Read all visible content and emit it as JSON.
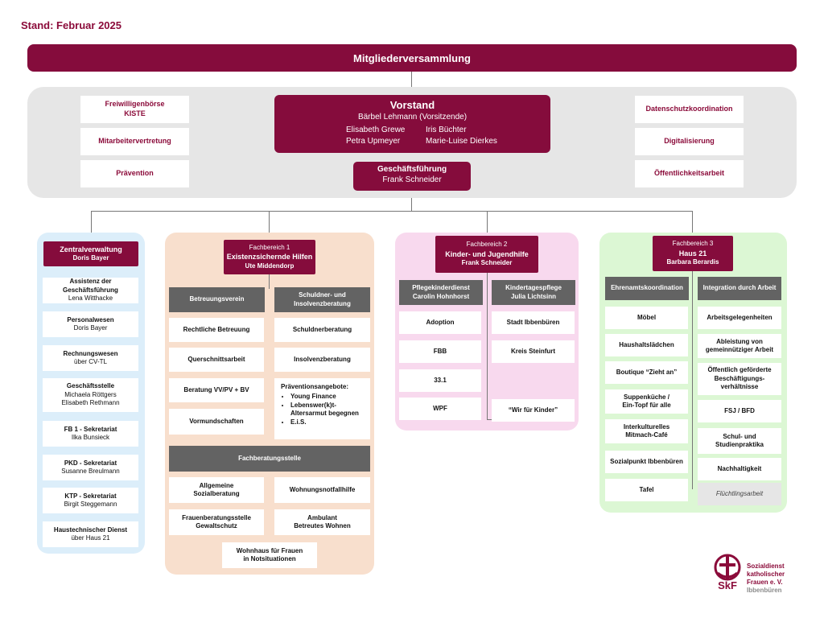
{
  "stand": "Stand: Februar 2025",
  "mitgliederversammlung": "Mitgliederversammlung",
  "vorstand": {
    "title": "Vorstand",
    "chair": "Bärbel Lehmann (Vorsitzende)",
    "members": [
      "Elisabeth Grewe",
      "Iris Büchter",
      "Petra Upmeyer",
      "Marie-Luise Dierkes"
    ]
  },
  "geschaeftsfuehrung": {
    "title": "Geschäftsführung",
    "name": "Frank Schneider"
  },
  "left_staff": [
    [
      "Freiwilligenbörse",
      "KISTE"
    ],
    [
      "Mitarbeitervertretung"
    ],
    [
      "Prävention"
    ]
  ],
  "right_staff": [
    "Datenschutzkoordination",
    "Digitalisierung",
    "Öffentlichkeitsarbeit"
  ],
  "zentralverwaltung": {
    "title": "Zentralverwaltung",
    "name": "Doris Bayer",
    "items": [
      {
        "title": "Assistenz der Geschäftsführung",
        "sub": [
          "Lena Witthacke"
        ]
      },
      {
        "title": "Personalwesen",
        "sub": [
          "Doris Bayer"
        ]
      },
      {
        "title": "Rechnungswesen",
        "sub": [
          "über CV-TL"
        ]
      },
      {
        "title": "Geschäftsstelle",
        "sub": [
          "Michaela Röttgers",
          "Elisabeth Rethmann"
        ]
      },
      {
        "title": "FB 1 - Sekretariat",
        "sub": [
          "Ilka Bunsieck"
        ]
      },
      {
        "title": "PKD - Sekretariat",
        "sub": [
          "Susanne Breulmann"
        ]
      },
      {
        "title": "KTP - Sekretariat",
        "sub": [
          "Birgit Steggemann"
        ]
      },
      {
        "title": "Haustechnischer Dienst",
        "sub": [
          "über Haus 21"
        ]
      }
    ]
  },
  "fb1": {
    "label": "Fachbereich 1",
    "title": "Existenzsichernde Hilfen",
    "name": "Ute Middendorp",
    "col1_header": "Betreuungsverein",
    "col1_items": [
      "Rechtliche Betreuung",
      "Querschnittsarbeit",
      "Beratung VV/PV + BV",
      "Vormundschaften"
    ],
    "col2_header": [
      "Schuldner- und",
      "Insolvenzberatung"
    ],
    "col2_items": [
      "Schuldnerberatung",
      "Insolvenzberatung"
    ],
    "praevention_title": "Präventionsangebote:",
    "praevention_items": [
      "Young Finance",
      "Lebenswer(k)t- Altersarmut begegnen",
      "E.i.S."
    ],
    "fachberatung_header": "Fachberatungsstelle",
    "fachberatung_items": [
      [
        "Allgemeine",
        "Sozialberatung"
      ],
      [
        "Wohnungsnotfallhilfe"
      ],
      [
        "Frauenberatungsstelle",
        "Gewaltschutz"
      ],
      [
        "Ambulant",
        "Betreutes Wohnen"
      ]
    ],
    "wohnhaus": [
      "Wohnhaus für Frauen",
      "in Notsituationen"
    ]
  },
  "fb2": {
    "label": "Fachbereich 2",
    "title": "Kinder- und Jugendhilfe",
    "name": "Frank Schneider",
    "col1_header": [
      "Pflegekinderdienst",
      "Carolin Hohnhorst"
    ],
    "col1_items": [
      "Adoption",
      "FBB",
      "33.1",
      "WPF"
    ],
    "col2_header": [
      "Kindertagespflege",
      "Julia Lichtsinn"
    ],
    "col2_items": [
      "Stadt Ibbenbüren",
      "Kreis Steinfurt"
    ],
    "wir_fuer_kinder": "“Wir für Kinder”"
  },
  "fb3": {
    "label": "Fachbereich 3",
    "title": "Haus 21",
    "name": "Barbara Berardis",
    "col1_header": "Ehrenamtskoordination",
    "col1_items": [
      [
        "Möbel"
      ],
      [
        "Haushaltslädchen"
      ],
      [
        "Boutique “Zieht an”"
      ],
      [
        "Suppenküche /",
        "Ein-Topf für alle"
      ],
      [
        "Interkulturelles",
        "Mitmach-Café"
      ],
      [
        "Sozialpunkt Ibbenbüren"
      ],
      [
        "Tafel"
      ]
    ],
    "col2_header": "Integration durch Arbeit",
    "col2_items": [
      [
        "Arbeitsgelegenheiten"
      ],
      [
        "Ableistung von",
        "gemeinnütziger Arbeit"
      ],
      [
        "Öffentlich geförderte",
        "Beschäftigungs-",
        "verhältnisse"
      ],
      [
        "FSJ / BFD"
      ],
      [
        "Schul- und",
        "Studienpraktika"
      ],
      [
        "Nachhaltigkeit"
      ]
    ],
    "fluechtling": "Flüchtlingsarbeit"
  },
  "logo": {
    "mark": "SkF",
    "lines": [
      "Sozialdienst",
      "katholischer",
      "Frauen e. V."
    ],
    "city": "Ibbenbüren"
  },
  "colors": {
    "brand": "#850c3c",
    "grey_panel": "#e6e6e6",
    "blue_panel": "#dceefa",
    "orange_panel": "#f8dfcd",
    "pink_panel": "#f8d9ee",
    "green_panel": "#dcf7d4",
    "sub_header": "#636363"
  }
}
